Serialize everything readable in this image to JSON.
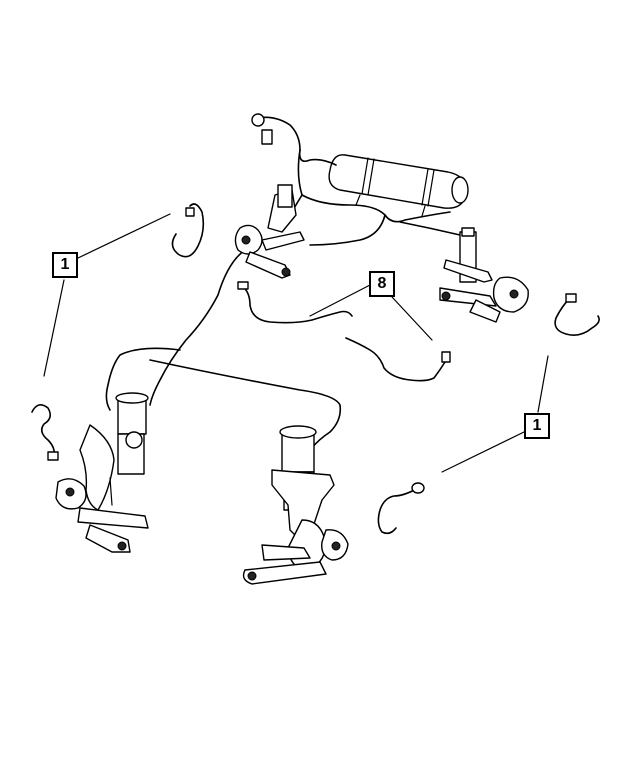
{
  "callouts": [
    {
      "id": "a",
      "label": "1"
    },
    {
      "id": "b",
      "label": "8"
    },
    {
      "id": "c",
      "label": "1"
    }
  ],
  "colors": {
    "line": "#000000",
    "background": "#ffffff"
  }
}
